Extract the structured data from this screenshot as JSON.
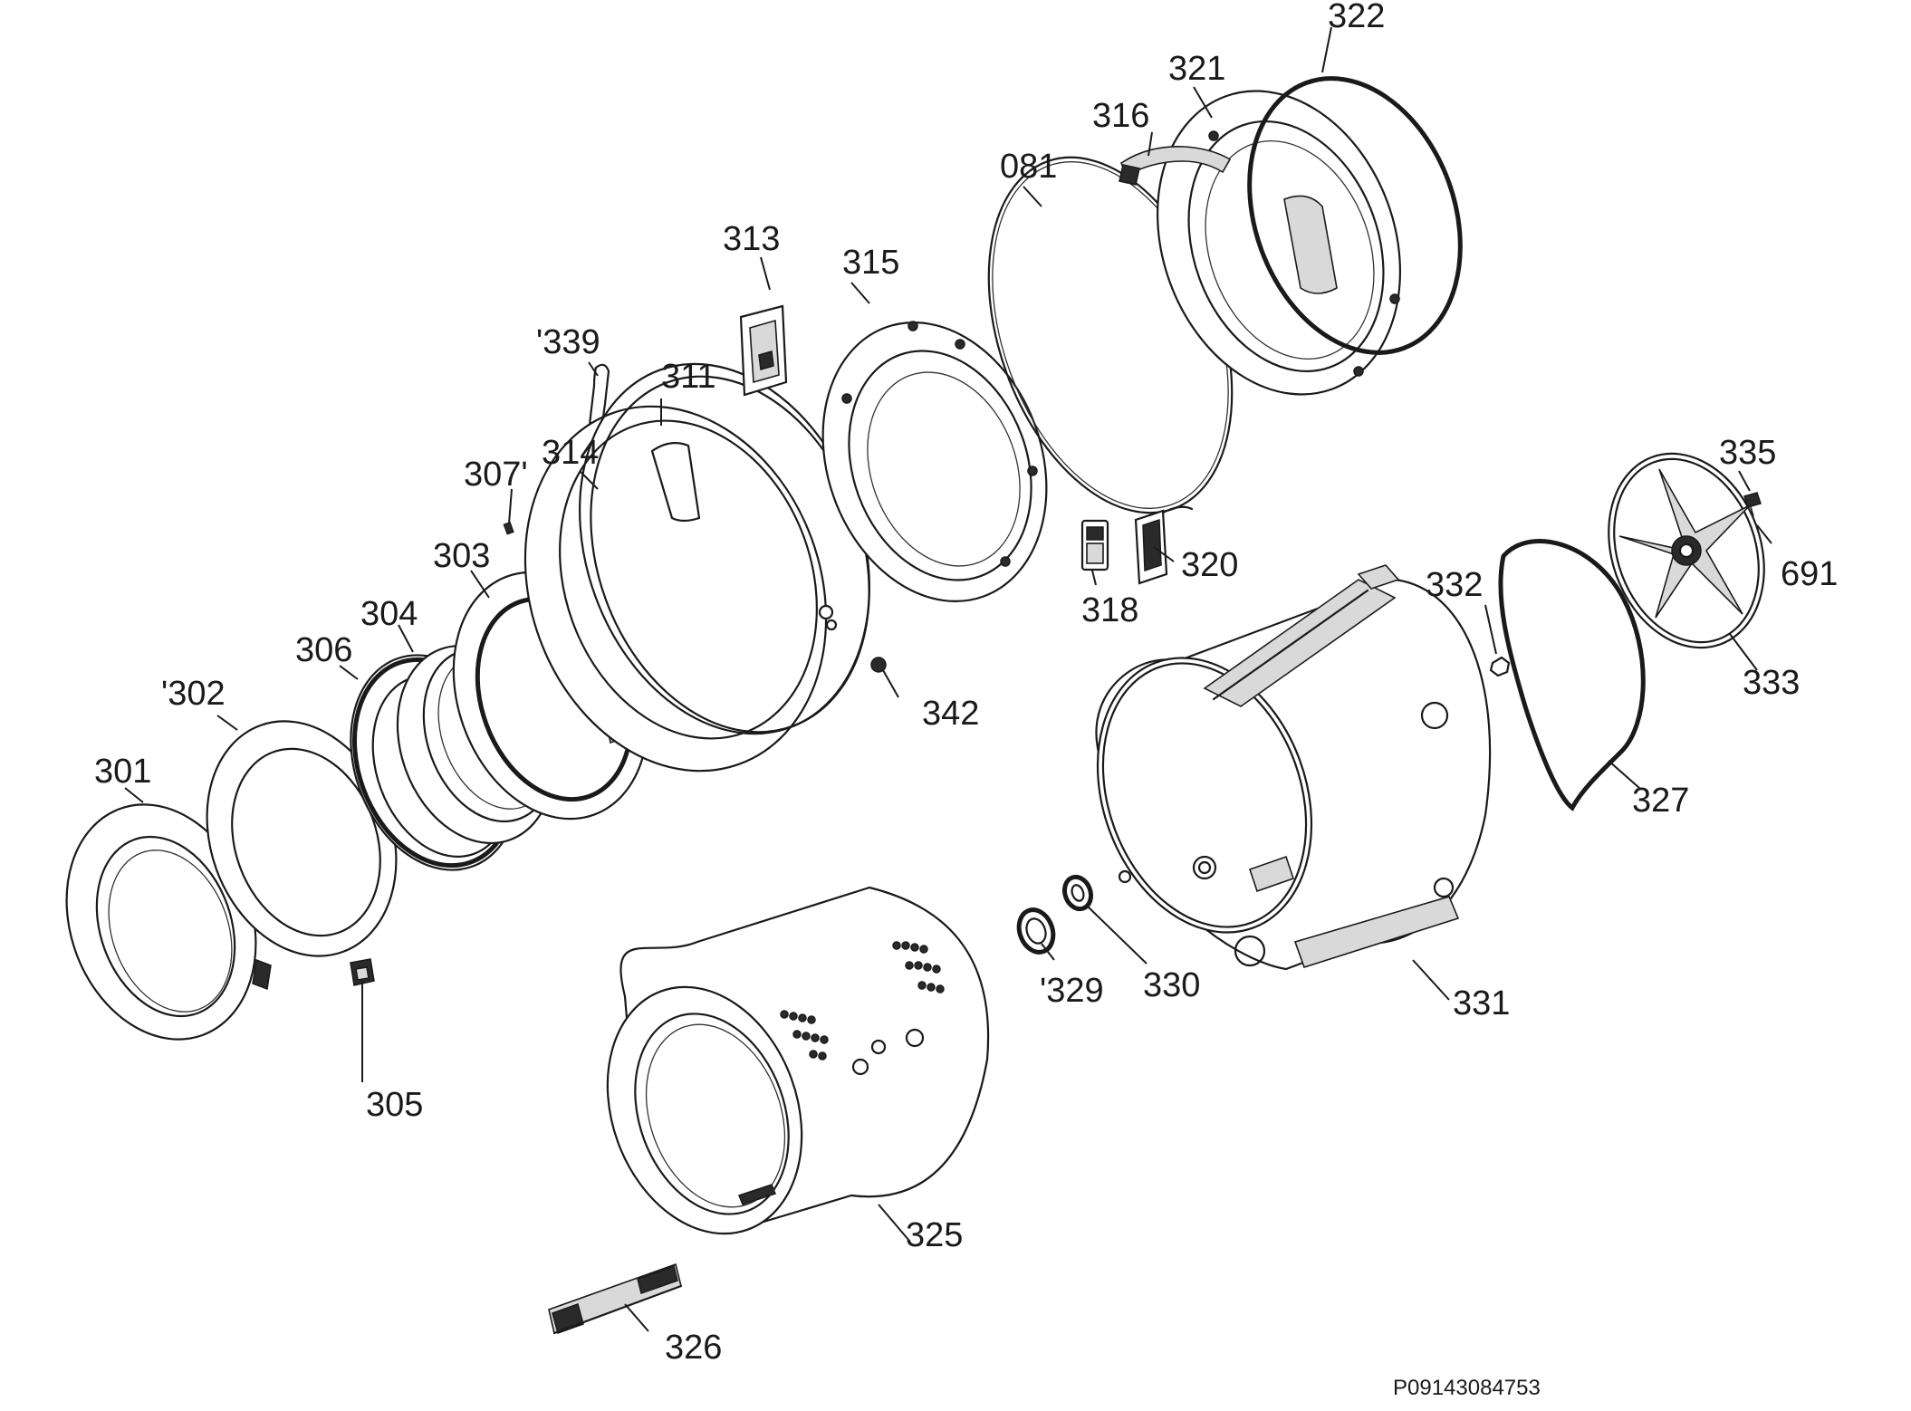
{
  "diagram": {
    "document_id": "P09143084753",
    "callouts": [
      {
        "id": "301",
        "label": "301"
      },
      {
        "id": "302",
        "label": "'302"
      },
      {
        "id": "303",
        "label": "303"
      },
      {
        "id": "304",
        "label": "304"
      },
      {
        "id": "305",
        "label": "305"
      },
      {
        "id": "306",
        "label": "306"
      },
      {
        "id": "307",
        "label": "307'"
      },
      {
        "id": "311",
        "label": "311"
      },
      {
        "id": "313",
        "label": "313"
      },
      {
        "id": "314",
        "label": "314"
      },
      {
        "id": "315",
        "label": "315"
      },
      {
        "id": "316",
        "label": "316"
      },
      {
        "id": "318",
        "label": "318"
      },
      {
        "id": "320",
        "label": "320"
      },
      {
        "id": "321",
        "label": "321"
      },
      {
        "id": "322",
        "label": "322"
      },
      {
        "id": "325",
        "label": "325"
      },
      {
        "id": "326",
        "label": "326"
      },
      {
        "id": "327",
        "label": "327"
      },
      {
        "id": "329",
        "label": "'329"
      },
      {
        "id": "330",
        "label": "330"
      },
      {
        "id": "331",
        "label": "331"
      },
      {
        "id": "332",
        "label": "332"
      },
      {
        "id": "333",
        "label": "333"
      },
      {
        "id": "335",
        "label": "335"
      },
      {
        "id": "339",
        "label": "'339"
      },
      {
        "id": "342",
        "label": "342"
      },
      {
        "id": "081",
        "label": "081"
      },
      {
        "id": "691",
        "label": "691"
      }
    ]
  }
}
